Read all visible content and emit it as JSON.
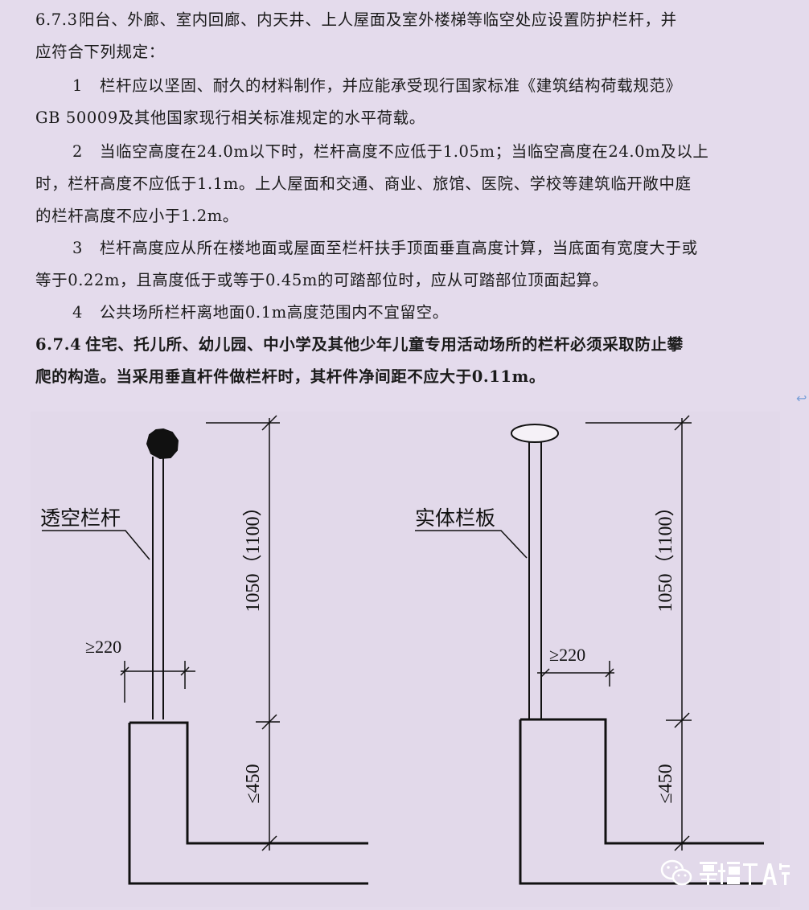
{
  "clause_673": {
    "number": "6.7.3",
    "line1": "阳台、外廊、室内回廊、内天井、上人屋面及室外楼梯等临空处应设置防护栏杆，并",
    "line2": "应符合下列规定：",
    "item1": {
      "number": "1",
      "line1": "栏杆应以坚固、耐久的材料制作，并应能承受现行国家标准《建筑结构荷载规范》",
      "line2": "GB 50009及其他国家现行相关标准规定的水平荷载。"
    },
    "item2": {
      "number": "2",
      "line1": "当临空高度在24.0m以下时，栏杆高度不应低于1.05m；当临空高度在24.0m及以上",
      "line2": "时，栏杆高度不应低于1.1m。上人屋面和交通、商业、旅馆、医院、学校等建筑临开敞中庭",
      "line3": "的栏杆高度不应小于1.2m。"
    },
    "item3": {
      "number": "3",
      "line1": "栏杆高度应从所在楼地面或屋面至栏杆扶手顶面垂直高度计算，当底面有宽度大于或",
      "line2": "等于0.22m，且高度低于或等于0.45m的可踏部位时，应从可踏部位顶面起算。"
    },
    "item4": {
      "number": "4",
      "line1": "公共场所栏杆离地面0.1m高度范围内不宜留空。"
    }
  },
  "clause_674": {
    "number": "6.7.4",
    "line1": "住宅、托儿所、幼儿园、中小学及其他少年儿童专用活动场所的栏杆必须采取防止攀",
    "line2": "爬的构造。当采用垂直杆件做栏杆时，其杆件净间距不应大于0.11m。"
  },
  "figure": {
    "left": {
      "label": "透空栏杆",
      "height_dim": "1050（1100）",
      "width_dim": "≥220",
      "base_dim": "≤450"
    },
    "right": {
      "label": "实体栏板",
      "height_dim": "1050（1100）",
      "width_dim": "≥220",
      "base_dim": "≤450"
    }
  },
  "watermark": {
    "text": "幕墙TA说",
    "icon": "wechat-icon"
  },
  "side_arrow": "↩"
}
